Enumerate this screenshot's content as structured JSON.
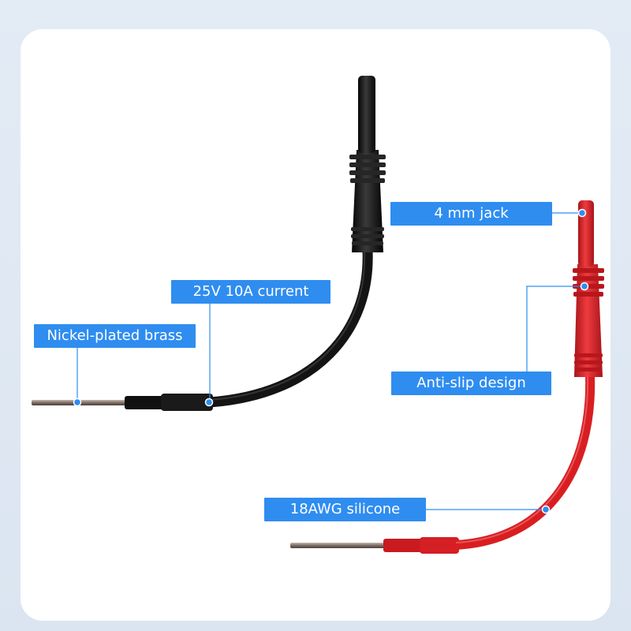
{
  "colors": {
    "background": "#dfe8f3",
    "card": "#ffffff",
    "callout": "#2f8df0",
    "callout_text": "#ffffff",
    "black_lead": "#141414",
    "red_lead": "#d91e22",
    "pin_metal": "#8a7a70"
  },
  "callouts": {
    "jack": "4 mm jack",
    "current": "25V 10A current",
    "brass": "Nickel-plated brass",
    "antislip": "Anti-slip design",
    "silicone": "18AWG silicone"
  }
}
